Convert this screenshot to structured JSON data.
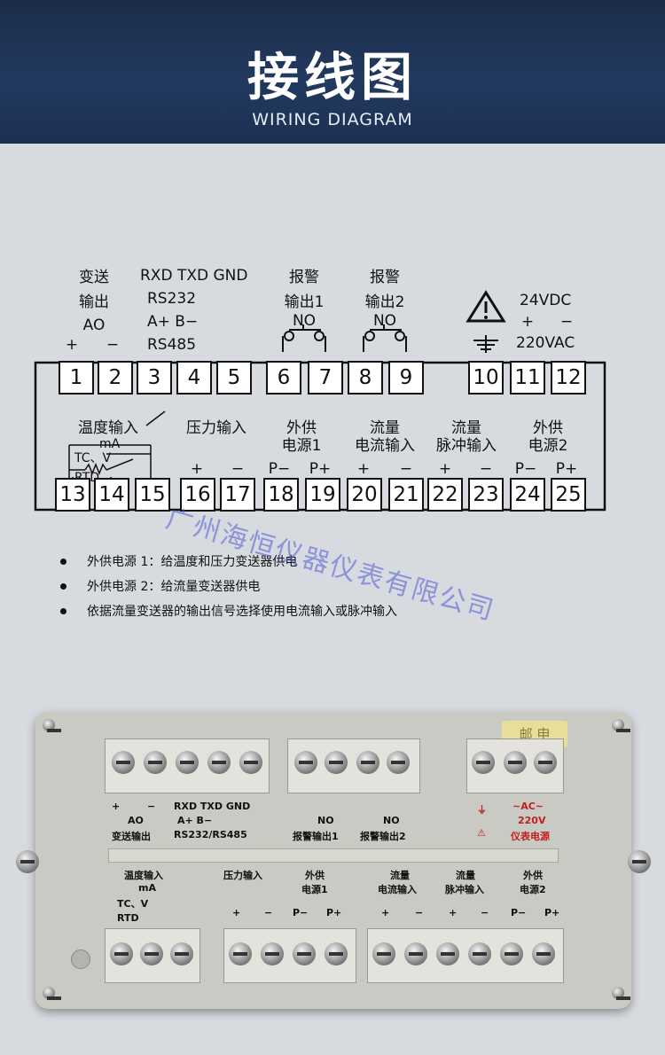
{
  "header": {
    "title": "接线图",
    "subtitle": "WIRING DIAGRAM"
  },
  "diagram": {
    "top_labels": {
      "ao_line1": "变送",
      "ao_line2": "输出",
      "ao_line3": "AO",
      "ao_plus": "+",
      "ao_minus": "−",
      "comm_line1": "RXD TXD GND",
      "comm_line2": "RS232",
      "comm_line3": "A+  B−",
      "comm_line4": "RS485",
      "alarm1_line1": "报警",
      "alarm1_line2": "输出1",
      "alarm1_no": "NO",
      "alarm2_line1": "报警",
      "alarm2_line2": "输出2",
      "alarm2_no": "NO",
      "power_line1": "24VDC",
      "power_plus": "+",
      "power_minus": "−",
      "power_line2": "220VAC"
    },
    "top_terminals": [
      "1",
      "2",
      "3",
      "4",
      "5",
      "6",
      "7",
      "8",
      "9",
      "10",
      "11",
      "12"
    ],
    "bottom_labels": {
      "temp": "温度输入",
      "temp_ma": "mA",
      "temp_tcv": "TC、V",
      "temp_rtd": "RTD",
      "pressure": "压力输入",
      "pressure_plus": "+",
      "pressure_minus": "−",
      "supply1_line1": "外供",
      "supply1_line2": "电源1",
      "supply1_p_minus": "P−",
      "supply1_p_plus": "P+",
      "flow_current_line1": "流量",
      "flow_current_line2": "电流输入",
      "flow_current_plus": "+",
      "flow_current_minus": "−",
      "flow_pulse_line1": "流量",
      "flow_pulse_line2": "脉冲输入",
      "flow_pulse_plus": "+",
      "flow_pulse_minus": "−",
      "supply2_line1": "外供",
      "supply2_line2": "电源2",
      "supply2_p_minus": "P−",
      "supply2_p_plus": "P+"
    },
    "bottom_terminals": [
      "13",
      "14",
      "15",
      "16",
      "17",
      "18",
      "19",
      "20",
      "21",
      "22",
      "23",
      "24",
      "25"
    ],
    "colors": {
      "line": "#111111",
      "terminal_fill": "#ffffff",
      "watermark": "#5a64d2"
    }
  },
  "notes": [
    "外供电源 1：给温度和压力变送器供电",
    "外供电源 2：给流量变送器供电",
    "依据流量变送器的输出信号选择使用电流输入或脉冲输入"
  ],
  "watermark": "广州海恒仪器仪表有限公司",
  "photo": {
    "tag": "邮 申",
    "row1": {
      "ao_plus": "+",
      "ao_minus": "−",
      "ao": "AO",
      "ao_title": "变送输出",
      "comm_top": "RXD  TXD  GND",
      "comm_mid": "A+   B−",
      "comm_title": "RS232/RS485",
      "alarm1_no": "NO",
      "alarm1_title": "报警输出1",
      "alarm2_no": "NO",
      "alarm2_title": "报警输出2",
      "ac_top": "~AC~",
      "ac_mid": "220V",
      "ac_title": "仪表电源"
    },
    "row2": {
      "temp": "温度输入",
      "temp_ma": "mA",
      "temp_tcv": "TC、V",
      "temp_rtd": "RTD",
      "pressure": "压力输入",
      "pressure_plus": "+",
      "pressure_minus": "−",
      "supply1_line1": "外供",
      "supply1_line2": "电源1",
      "supply1_p_minus": "P−",
      "supply1_p_plus": "P+",
      "flow_current_line1": "流量",
      "flow_current_line2": "电流输入",
      "flow_current_plus": "+",
      "flow_current_minus": "−",
      "flow_pulse_line1": "流量",
      "flow_pulse_line2": "脉冲输入",
      "flow_pulse_plus": "+",
      "flow_pulse_minus": "−",
      "supply2_line1": "外供",
      "supply2_line2": "电源2",
      "supply2_p_minus": "P−",
      "supply2_p_plus": "P+"
    }
  }
}
